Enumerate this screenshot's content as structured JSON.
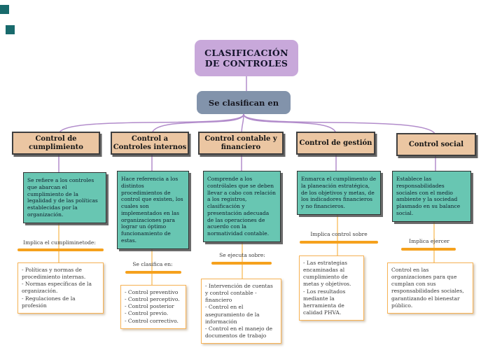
{
  "diagram": {
    "title": "CLASIFICACIÓN\nDE CONTROLES",
    "subtitle": "Se clasifican en",
    "branches": [
      {
        "header": "Control de\ncumplimiento",
        "description": "Se refiere a los controles que abarcan el cumplimiento de la legalidad y de las políticas establecidas por la organización.",
        "link_label": "Implica el cumpliminetode:",
        "details": "- Políticas y normas de procedimiento internas.\n- Normas específicas de la organización.\n- Regulaciones de la profesión"
      },
      {
        "header": "Control a\nControles internos",
        "description": "Hace referencia a los distintos procedimientos de control que existen, los cuales son implementados en las organizaciones para lograr un óptimo funcionamiento de estas.",
        "link_label": "Se clasifica en:",
        "details": "- Control preventivo\n- Control perceptivo.\n- Control posterior\n- Control previo.\n- Control correctivo."
      },
      {
        "header": "Control contable y\nfinanciero",
        "description": "Comprende a los contrólales que se deben llevar a cabo con relación a los registros, clasificación y presentación adecuada de las operaciones de acuerdo con la normatividad contable.",
        "link_label": "Se ejecuta sobre:",
        "details": "- Intervención de cuentas y control contable -financiero\n- Control en el aseguramiento de la información\n- Control en el manejo de documentos de trabajo"
      },
      {
        "header": "Control de gestión",
        "description": "Enmarca el cumplimento de la planeación estratégica, de los objetivos y metas, de los indicadores financieros y no financieros.",
        "link_label": "Implica control sobre",
        "details": "- Las estrategias encaminadas al cumplimiento de metas y objetivos.\n- Los resultados mediante la herramienta de calidad PHVA."
      },
      {
        "header": "Control social",
        "description": "Establece las responsabilidades sociales con el medio ambiente y la sociedad plasmado en su balance social.",
        "link_label": "Implica ejercer",
        "details": "Control en las organizaciones para que cumplan con sus responsabilidades sociales, garantizando el bienestar público."
      }
    ]
  },
  "colors": {
    "title_fill": "#c8a8da",
    "subtitle_fill": "#8293ab",
    "branch_header_fill": "#ebc6a2",
    "description_fill": "#68c6b2",
    "accent_orange": "#f5a11d",
    "detail_border": "#f7b254",
    "connector_purple": "#b28ccb",
    "connector_orange": "#f9c46f",
    "corner_marker_teal": "#186a6c"
  }
}
